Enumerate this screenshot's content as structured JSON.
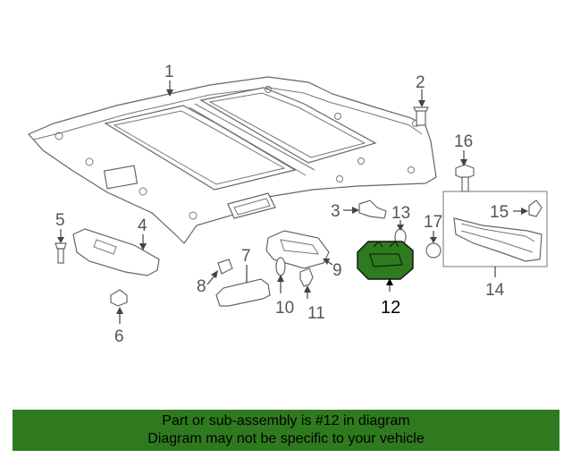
{
  "diagram": {
    "highlight_color": "#2f7a1f",
    "callouts": {
      "c1": "1",
      "c2": "2",
      "c3": "3",
      "c4": "4",
      "c5": "5",
      "c6": "6",
      "c7": "7",
      "c8": "8",
      "c9": "9",
      "c10": "10",
      "c11": "11",
      "c12": "12",
      "c13": "13",
      "c14": "14",
      "c15": "15",
      "c16": "16",
      "c17": "17"
    }
  },
  "banner": {
    "line1": "Part or sub-assembly is #12 in diagram",
    "line2": "Diagram may not be specific to your vehicle",
    "background": "#2f7a1f"
  }
}
